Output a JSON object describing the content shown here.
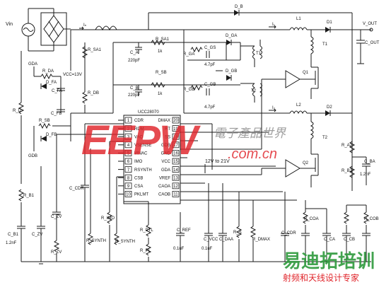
{
  "labels": {
    "vin": "Vin",
    "ib": "Iₙ",
    "db": "D_B",
    "l1": "L1",
    "i1": "I₁",
    "d1": "D1",
    "vout": "V_OUT",
    "cout": "C_OUT",
    "t1": "T1",
    "q1": "Q1",
    "l2": "L2",
    "i2": "I₂",
    "d2": "D2",
    "t2": "T2",
    "q2": "Q2",
    "rsa1": "R_SA1",
    "ca": "C_A",
    "r1k_a": "1k",
    "c220_a": "220pF",
    "rga": "R_GA",
    "cgs": "C_GS",
    "dga": "D_GA",
    "c47_a": "4.7pF",
    "rgb": "R_GB",
    "cgb": "C_GB",
    "dgb": "D_GB",
    "cb": "C_B",
    "r1k_b": "1k",
    "c220_b": "220pF",
    "c47_b": "4.7pF",
    "gda": "GDA",
    "rda": "R_DA",
    "dfa": "D_FA",
    "vcc13": "VCC=13V",
    "cfa": "C_FA",
    "rdb": "R_DB",
    "cfb": "C_FB",
    "rd": "R_D",
    "rsb": "R_SB",
    "dfb": "D_FB",
    "gdb": "GDB",
    "rb1": "R_B1",
    "cb1": "C_B1",
    "cb1_val": "1.2nF",
    "czv": "C_ZV",
    "rzv": "R_ZV",
    "ccdr": "C_CDR",
    "rimo": "R_IMO",
    "rsynth": "R_SYNTH",
    "rptl": "R_PTL",
    "rpl": "R_PL",
    "cref": "C_REF",
    "c01_a": "0.1uF",
    "cvcc": "C_VCC",
    "c01_b": "0.1uF",
    "cdaa": "C_DAA",
    "rs": "R_S",
    "rdmax": "R_DMAX",
    "ccdr2": "C_CDR",
    "rcoa": "R_COA",
    "rcob": "R_COB",
    "cca": "C_CA",
    "ccb": "C_CB",
    "ra2": "R_A2",
    "rb2": "R_B2",
    "cba": "C_BA",
    "cba_val": "1.2nF",
    "vcc_range": "12V to 21V"
  },
  "ic": {
    "name": "UCC28070",
    "left_pins": [
      {
        "num": "1",
        "name": "CDR"
      },
      {
        "num": "2",
        "name": "RDM"
      },
      {
        "num": "3",
        "name": "VAO"
      },
      {
        "num": "4",
        "name": "VSENSE"
      },
      {
        "num": "5",
        "name": "VINAC"
      },
      {
        "num": "6",
        "name": "IMO"
      },
      {
        "num": "7",
        "name": "RSYNTH"
      },
      {
        "num": "8",
        "name": "CSB"
      },
      {
        "num": "9",
        "name": "CSA"
      },
      {
        "num": "10",
        "name": "PKLMT"
      }
    ],
    "right_pins": [
      {
        "num": "20",
        "name": "DMAX"
      },
      {
        "num": "19",
        "name": "RT"
      },
      {
        "num": "18",
        "name": "SS"
      },
      {
        "num": "17",
        "name": "GDB"
      },
      {
        "num": "16",
        "name": "GND"
      },
      {
        "num": "15",
        "name": "VCC"
      },
      {
        "num": "14",
        "name": "GDA"
      },
      {
        "num": "13",
        "name": "VREF"
      },
      {
        "num": "12",
        "name": "CAOA"
      },
      {
        "num": "11",
        "name": "CAOB"
      }
    ]
  },
  "watermark": {
    "top_brand": "EEPW",
    "top_cn": "電子產品世界",
    "top_url": ".com.cn",
    "bottom_brand": "易迪拓培训",
    "bottom_tagline": "射频和天线设计专家"
  },
  "colors": {
    "wire": "#1a1a1a",
    "watermark_red": "#e0242a",
    "watermark_green": "#2e9a3c",
    "watermark_grey": "#8a8a8a"
  }
}
